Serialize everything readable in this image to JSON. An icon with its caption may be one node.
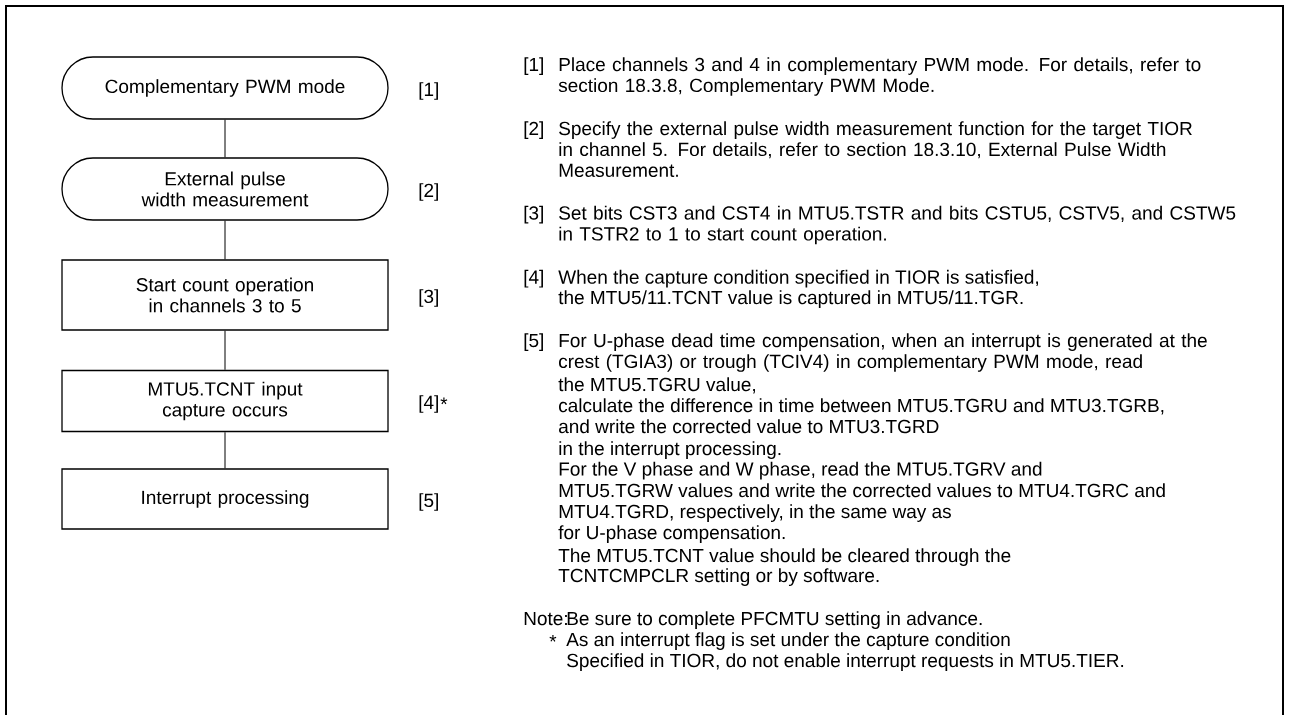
{
  "diagram": {
    "nodes": [
      {
        "text": [
          "Complementary PWM mode"
        ],
        "beside": [
          "[1]"
        ]
      },
      {
        "text": [
          "External pulse width measurement"
        ],
        "beside": [
          "[2]"
        ]
      },
      {
        "text": [
          "Start count operation in channels 3 to 5"
        ],
        "beside": [
          "[3]"
        ]
      },
      {
        "text": [
          "MTU5.TCNT input capture occurs"
        ],
        "beside": [
          "[4]",
          "*"
        ]
      },
      {
        "text": [
          "Interrupt processing"
        ],
        "beside": [
          "[5]"
        ]
      }
    ],
    "edges": [
      {
        "from": 0,
        "to": 1,
        "arrow": "none"
      },
      {
        "from": 1,
        "to": 2,
        "arrow": "none"
      },
      {
        "from": 2,
        "to": 3,
        "arrow": "none"
      },
      {
        "from": 3,
        "to": 4,
        "arrow": "none"
      }
    ],
    "labels": [
      "[1]",
      "Place channels 3 and 4 in complementary PWM mode. For details, refer to section 18.3.8, Complementary PWM Mode.",
      "[2]",
      "Specify the external pulse width measurement function for the target TIOR in channel 5. For details, refer to section 18.3.10, External Pulse Width Measurement.",
      "[3]",
      "Set bits CST3 and CST4 in MTU5.TSTR and bits CSTU5, CSTV5, and CSTW5 in TSTR2 to 1 to start count operation.",
      "[4]",
      "When the capture condition specified in TIOR is satisfied,",
      "the MTU5/11.TCNT value is captured in MTU5/11.TGR.",
      "[5]",
      "For U-phase dead time compensation, when an interrupt is generated at the crest (TGIA3) or trough (TCIV4) in complementary PWM mode, read",
      "the MTU5.TGRU value,",
      "calculate the difference in time between MTU5.TGRU and MTU3.TGRB,",
      "and write the corrected value to MTU3.TGRD",
      "in the interrupt processing.",
      "For the V phase and W phase, read the MTU5.TGRV and",
      "MTU5.TGRW values and write the corrected values to MTU4.TGRC and",
      "MTU4.TGRD, respectively, in the same way as",
      "for U-phase compensation.",
      "The MTU5.TCNT value should be cleared through the",
      "TCNTCMPCLR setting or by software.",
      "Note:",
      "Be sure to complete PFCMTU setting in advance.",
      "*",
      "As an interrupt flag is set under the capture condition",
      "Specified in TIOR, do not enable interrupt requests in MTU5.TIER."
    ]
  }
}
